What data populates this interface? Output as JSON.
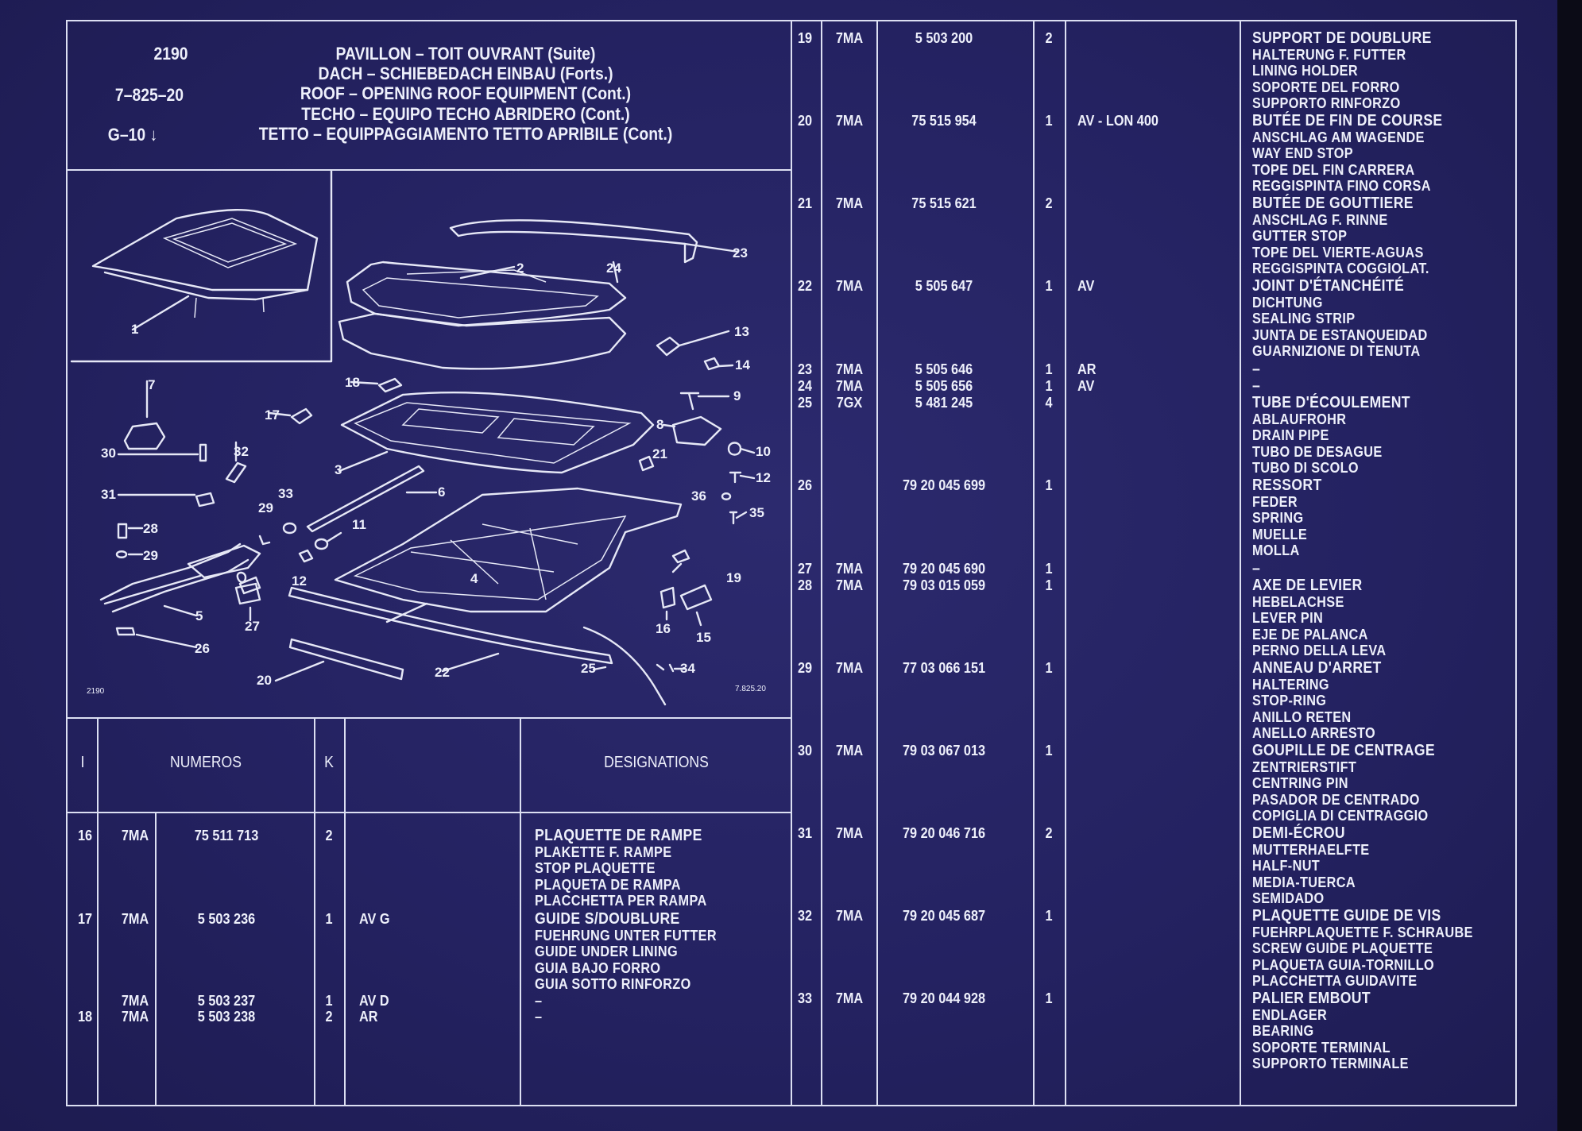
{
  "header": {
    "page": "2190",
    "plate": "7–825–20",
    "group": "G–10 ↓",
    "titles": [
      "PAVILLON – TOIT OUVRANT (Suite)",
      "DACH – SCHIEBEDACH EINBAU (Forts.)",
      "ROOF – OPENING ROOF EQUIPMENT (Cont.)",
      "TECHO – EQUIPO TECHO ABRIDERO (Cont.)",
      "TETTO – EQUIPPAGGIAMENTO TETTO APRIBILE (Cont.)"
    ]
  },
  "diagram": {
    "page_code": "2190",
    "plate_code": "7.825.20",
    "callouts": [
      "1",
      "2",
      "3",
      "4",
      "5",
      "6",
      "7",
      "8",
      "9",
      "10",
      "11",
      "12",
      "13",
      "14",
      "15",
      "16",
      "17",
      "18",
      "19",
      "20",
      "21",
      "22",
      "23",
      "24",
      "25",
      "26",
      "27",
      "28",
      "29",
      "30",
      "31",
      "32",
      "33",
      "34",
      "35",
      "36"
    ]
  },
  "columns": {
    "item": "I",
    "numeros": "NUMEROS",
    "k": "K",
    "designations": "DESIGNATIONS"
  },
  "left_rows": [
    {
      "item": "16",
      "prefix": "7MA",
      "number": "75 511 713",
      "qty": "2",
      "note": "",
      "designation": [
        "PLAQUETTE DE RAMPE",
        "PLAKETTE F. RAMPE",
        "STOP PLAQUETTE",
        "PLAQUETA DE RAMPA",
        "PLACCHETTA PER RAMPA"
      ]
    },
    {
      "item": "17",
      "prefix": "7MA",
      "number": "5 503 236",
      "qty": "1",
      "note": "AV G",
      "designation": [
        "GUIDE S/DOUBLURE",
        "FUEHRUNG UNTER FUTTER",
        "GUIDE UNDER LINING",
        "GUIA BAJO FORRO",
        "GUIA SOTTO RINFORZO"
      ]
    },
    {
      "item": "",
      "prefix": "7MA",
      "number": "5 503 237",
      "qty": "1",
      "note": "AV D",
      "designation": [
        "–"
      ]
    },
    {
      "item": "18",
      "prefix": "7MA",
      "number": "5 503 238",
      "qty": "2",
      "note": "AR",
      "designation": [
        "–"
      ]
    }
  ],
  "right_rows": [
    {
      "item": "19",
      "prefix": "7MA",
      "number": "5 503 200",
      "qty": "2",
      "note": "",
      "designation": [
        "SUPPORT DE DOUBLURE",
        "HALTERUNG F. FUTTER",
        "LINING HOLDER",
        "SOPORTE DEL FORRO",
        "SUPPORTO RINFORZO"
      ]
    },
    {
      "item": "20",
      "prefix": "7MA",
      "number": "75 515 954",
      "qty": "1",
      "note": "AV - LON 400",
      "designation": [
        "BUTÉE DE FIN DE COURSE",
        "ANSCHLAG AM WAGENDE",
        "WAY END STOP",
        "TOPE DEL FIN CARRERA",
        "REGGISPINTA FINO CORSA"
      ]
    },
    {
      "item": "21",
      "prefix": "7MA",
      "number": "75 515 621",
      "qty": "2",
      "note": "",
      "designation": [
        "BUTÉE DE GOUTTIERE",
        "ANSCHLAG F. RINNE",
        "GUTTER STOP",
        "TOPE DEL VIERTE-AGUAS",
        "REGGISPINTA COGGIOLAT."
      ]
    },
    {
      "item": "22",
      "prefix": "7MA",
      "number": "5 505 647",
      "qty": "1",
      "note": "AV",
      "designation": [
        "JOINT D'ÉTANCHÉITÉ",
        "DICHTUNG",
        "SEALING STRIP",
        "JUNTA DE ESTANQUEIDAD",
        "GUARNIZIONE DI TENUTA"
      ]
    },
    {
      "item": "23",
      "prefix": "7MA",
      "number": "5 505 646",
      "qty": "1",
      "note": "AR",
      "designation": [
        "–"
      ]
    },
    {
      "item": "24",
      "prefix": "7MA",
      "number": "5 505 656",
      "qty": "1",
      "note": "AV",
      "designation": [
        "–"
      ]
    },
    {
      "item": "25",
      "prefix": "7GX",
      "number": "5 481 245",
      "qty": "4",
      "note": "",
      "designation": [
        "TUBE D'ÉCOULEMENT",
        "ABLAUFROHR",
        "DRAIN PIPE",
        "TUBO DE DESAGUE",
        "TUBO DI SCOLO"
      ]
    },
    {
      "item": "26",
      "prefix": "",
      "number": "79 20 045 699",
      "qty": "1",
      "note": "",
      "designation": [
        "RESSORT",
        "FEDER",
        "SPRING",
        "MUELLE",
        "MOLLA"
      ]
    },
    {
      "item": "27",
      "prefix": "7MA",
      "number": "79 20 045 690",
      "qty": "1",
      "note": "",
      "designation": [
        "–"
      ]
    },
    {
      "item": "28",
      "prefix": "7MA",
      "number": "79 03 015 059",
      "qty": "1",
      "note": "",
      "designation": [
        "AXE DE LEVIER",
        "HEBELACHSE",
        "LEVER PIN",
        "EJE DE PALANCA",
        "PERNO DELLA LEVA"
      ]
    },
    {
      "item": "29",
      "prefix": "7MA",
      "number": "77 03 066 151",
      "qty": "1",
      "note": "",
      "designation": [
        "ANNEAU D'ARRET",
        "HALTERING",
        "STOP-RING",
        "ANILLO RETEN",
        "ANELLO ARRESTO"
      ]
    },
    {
      "item": "30",
      "prefix": "7MA",
      "number": "79 03 067 013",
      "qty": "1",
      "note": "",
      "designation": [
        "GOUPILLE DE CENTRAGE",
        "ZENTRIERSTIFT",
        "CENTRING PIN",
        "PASADOR DE CENTRADO",
        "COPIGLIA DI CENTRAGGIO"
      ]
    },
    {
      "item": "31",
      "prefix": "7MA",
      "number": "79 20 046 716",
      "qty": "2",
      "note": "",
      "designation": [
        "DEMI-ÉCROU",
        "MUTTERHAELFTE",
        "HALF-NUT",
        "MEDIA-TUERCA",
        "SEMIDADO"
      ]
    },
    {
      "item": "32",
      "prefix": "7MA",
      "number": "79 20 045 687",
      "qty": "1",
      "note": "",
      "designation": [
        "PLAQUETTE GUIDE DE VIS",
        "FUEHRPLAQUETTE F. SCHRAUBE",
        "SCREW GUIDE PLAQUETTE",
        "PLAQUETA GUIA-TORNILLO",
        "PLACCHETTA GUIDAVITE"
      ]
    },
    {
      "item": "33",
      "prefix": "7MA",
      "number": "79 20 044 928",
      "qty": "1",
      "note": "",
      "designation": [
        "PALIER EMBOUT",
        "ENDLAGER",
        "BEARING",
        "SOPORTE TERMINAL",
        "SUPPORTO TERMINALE"
      ]
    }
  ]
}
